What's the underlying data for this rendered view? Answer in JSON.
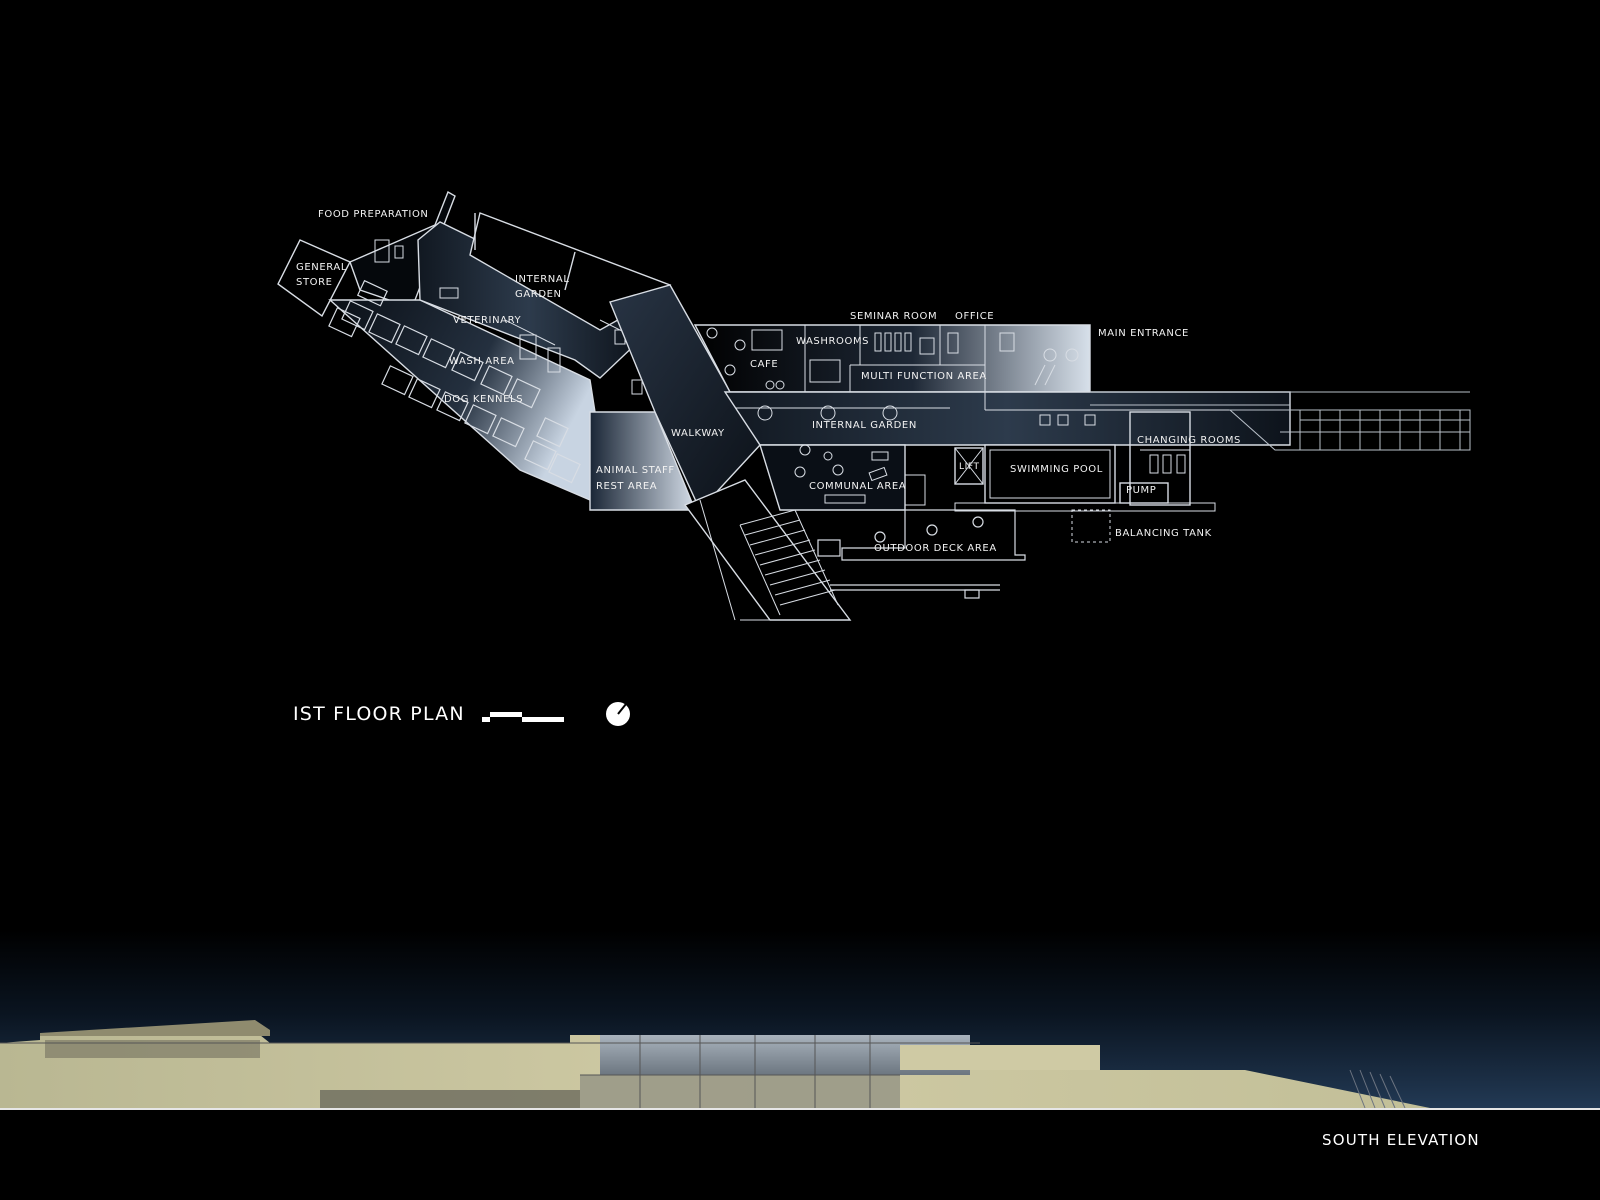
{
  "plan_title": "IST FLOOR PLAN",
  "elevation_title": "SOUTH ELEVATION",
  "labels": {
    "food_preparation": "FOOD PREPARATION",
    "general": "GENERAL",
    "store": "STORE",
    "internal_garden_1a": "INTERNAL",
    "internal_garden_1b": "GARDEN",
    "veterinary": "VETERINARY",
    "wash_area": "WASH AREA",
    "dog_kennels": "DOG KENNELS",
    "walkway": "WALKWAY",
    "animal_staff": "ANIMAL STAFF",
    "rest_area": "REST AREA",
    "seminar_room": "SEMINAR ROOM",
    "office": "OFFICE",
    "main_entrance": "MAIN ENTRANCE",
    "washrooms": "WASHROOMS",
    "cafe": "CAFE",
    "multi_function_area": "MULTI FUNCTION AREA",
    "internal_garden_2": "INTERNAL GARDEN",
    "changing_rooms": "CHANGING ROOMS",
    "swimming_pool": "SWIMMING POOL",
    "lift": "LIFT",
    "pump": "PUMP",
    "communal_area": "COMMUNAL AREA",
    "balancing_tank": "BALANCING TANK",
    "outdoor_deck_area": "OUTDOOR DECK AREA"
  },
  "colors": {
    "background": "#000000",
    "linework": "#d8dde4",
    "glow": "#b9c8d8",
    "terrain": "#c9c59e"
  },
  "icons": {
    "north_arrow": "north-arrow-icon",
    "scale_bar": "scale-bar-icon"
  }
}
